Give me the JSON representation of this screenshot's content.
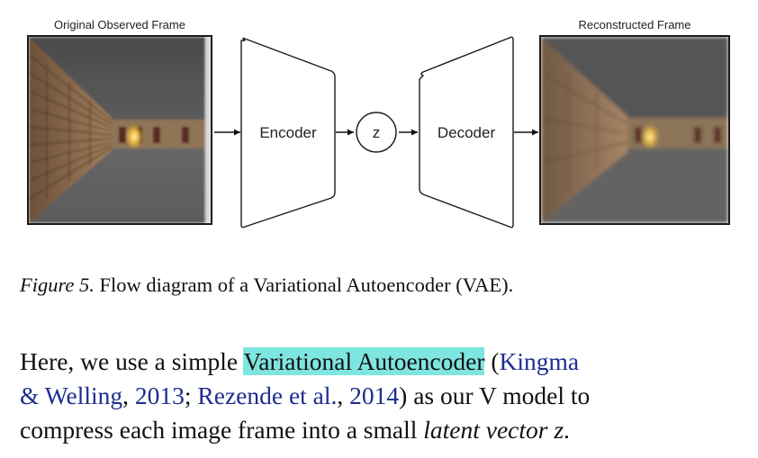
{
  "figure": {
    "left_label": "Original Observed Frame",
    "right_label": "Reconstructed Frame",
    "encoder_label": "Encoder",
    "latent_label": "z",
    "decoder_label": "Decoder"
  },
  "caption": {
    "figure_ref": "Figure 5.",
    "text": "Flow diagram of a Variational Autoencoder (VAE)."
  },
  "paragraph": {
    "l1_a": "Here, we use a simple ",
    "l1_highlight": "Variational Autoencoder",
    "l1_b": " (",
    "l1_cite": "Kingma",
    "l2_cite1": "& Welling",
    "l2_sep1": ", ",
    "l2_year1": "2013",
    "l2_semi": "; ",
    "l2_cite2": "Rezende et al.",
    "l2_sep2": ", ",
    "l2_year2": "2014",
    "l2_rest": ") as our V model to",
    "l3_a": "compress each image frame into a small ",
    "l3_em": "latent vector z",
    "l3_end": "."
  },
  "colors": {
    "highlight": "#7fe5e0",
    "citation": "#1e2d8f"
  }
}
